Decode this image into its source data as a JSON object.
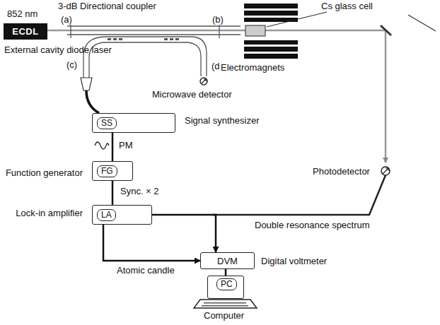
{
  "diagram": {
    "nodes": [
      {
        "text": [
          "ECDL",
          "External cavity diode laser"
        ]
      },
      {
        "text": [
          "SS",
          "Signal synthesizer"
        ]
      },
      {
        "text": [
          "FG",
          "Function generator"
        ]
      },
      {
        "text": [
          "LA",
          "Lock-in amplifier"
        ]
      },
      {
        "text": [
          "DVM",
          "Digital voltmeter"
        ]
      },
      {
        "text": [
          "PC",
          "Computer"
        ]
      }
    ],
    "edges": [
      {
        "from": 1,
        "to": 2,
        "arrow": "none",
        "label": "PM"
      },
      {
        "from": 2,
        "to": 3,
        "arrow": "none",
        "label": "Sync. × 2"
      },
      {
        "from": 3,
        "to": 4,
        "arrow": "to",
        "label": "Atomic candle"
      },
      {
        "from": 3,
        "to": 4,
        "arrow": "to",
        "label": "Double resonance spectrum"
      },
      {
        "from": 4,
        "to": 5,
        "arrow": "none"
      }
    ],
    "labels": [
      "852 nm",
      "3-dB Directional coupler",
      "Cs glass cell",
      "(a)",
      "(b)",
      "(c)",
      "(d)",
      "Electromagnets",
      "Microwave detector",
      "Photodetector"
    ]
  }
}
